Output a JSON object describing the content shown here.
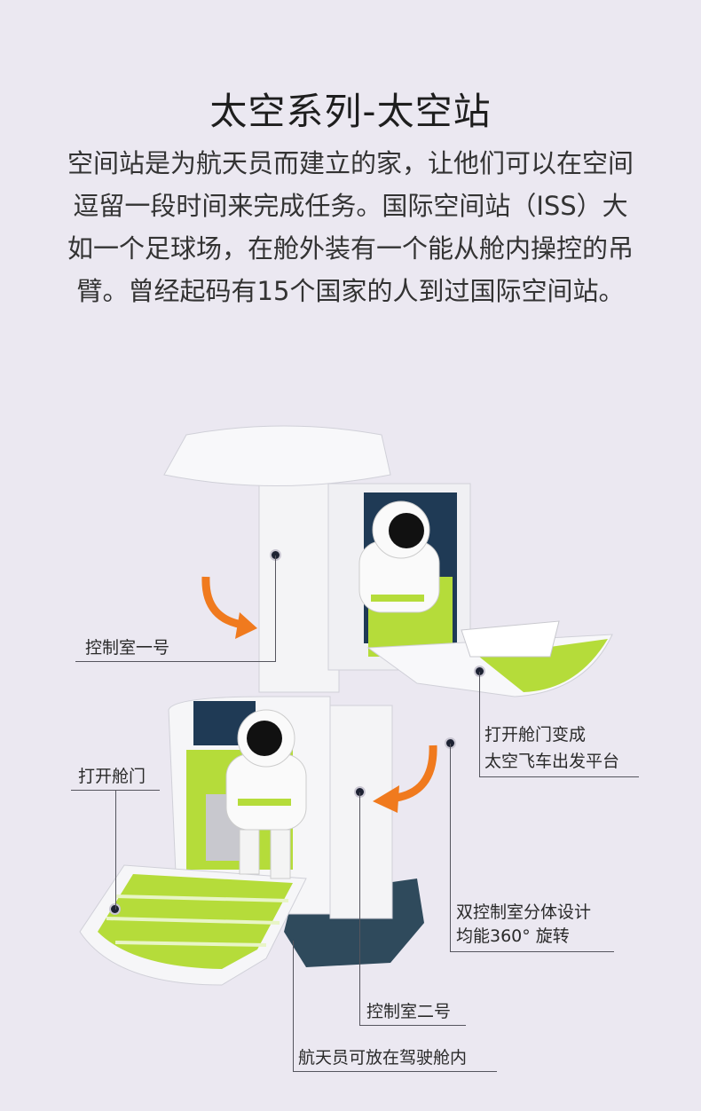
{
  "title": "太空系列-太空站",
  "description": "空间站是为航天员而建立的家，让他们可以在空间逗留一段时间来完成任务。国际空间站（ISS）大如一个足球场，在舱外装有一个能从舱内操控的吊臂。曾经起码有15个国家的人到过国际空间站。",
  "callouts": {
    "control_room_1": "控制室一号",
    "open_hatch_platform_line1": "打开舱门变成",
    "open_hatch_platform_line2": "太空飞车出发平台",
    "open_hatch": "打开舱门",
    "dual_rooms_line1": "双控制室分体设计",
    "dual_rooms_line2": "均能360° 旋转",
    "control_room_2": "控制室二号",
    "astronaut_cockpit": "航天员可放在驾驶舱内"
  },
  "colors": {
    "background": "#ebe8f1",
    "accent_green": "#b5dc3a",
    "arrow_orange": "#f07a1e",
    "base_navy": "#2f4a5c"
  }
}
